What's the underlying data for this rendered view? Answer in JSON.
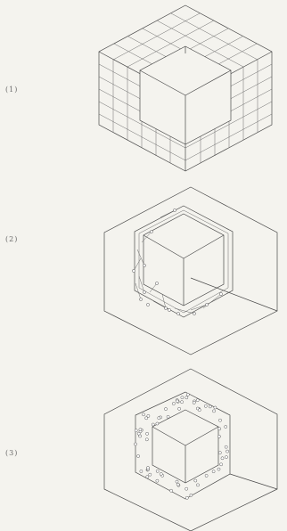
{
  "panels": [
    {
      "label": "(1)"
    },
    {
      "label": "(2)"
    },
    {
      "label": "(3)"
    }
  ]
}
